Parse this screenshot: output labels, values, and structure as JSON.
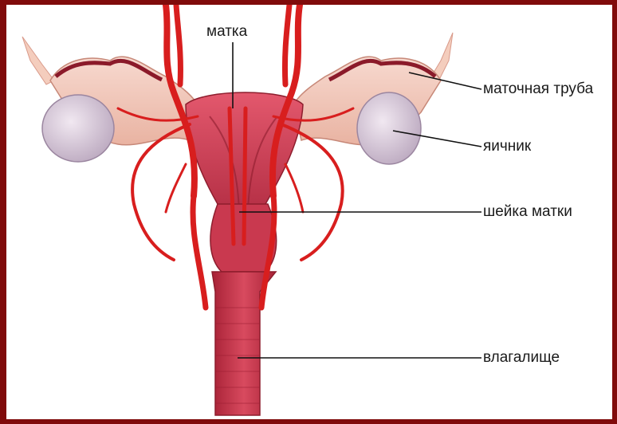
{
  "labels": {
    "uterus": "матка",
    "fallopian_tube": "маточная труба",
    "ovary": "яичник",
    "cervix": "шейка матки",
    "vagina": "влагалище"
  },
  "colors": {
    "frame": "#800b0b",
    "artery": "#d81e1e",
    "uterus": "#c42d45",
    "tube": "#f3c6b8",
    "ovary": "#d9cbd9",
    "vagina": "#c7354b"
  }
}
